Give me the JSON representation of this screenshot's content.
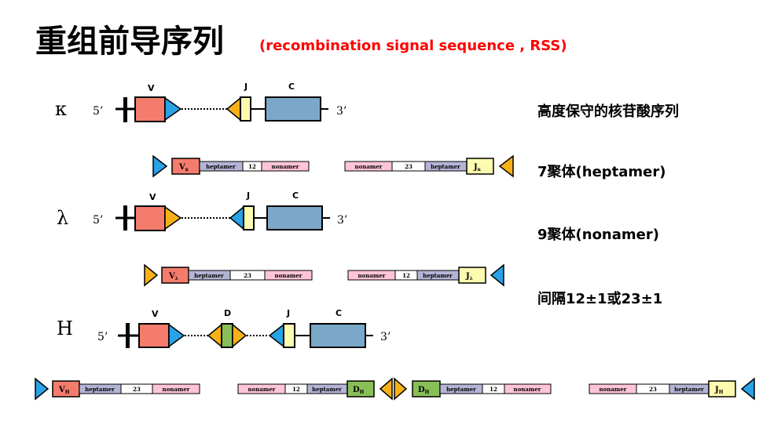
{
  "title": {
    "cn": "重组前导序列",
    "en": "(recombination  signal sequence , RSS)"
  },
  "loci": {
    "kappa": {
      "chain": "κ",
      "five": "5’",
      "three": "3’",
      "seg_labels": [
        "V",
        "J",
        "C"
      ],
      "rss_left": {
        "gene": "V",
        "sub": "κ",
        "parts": [
          "heptamer",
          "12",
          "nonamer"
        ]
      },
      "rss_right": {
        "gene": "J",
        "sub": "κ",
        "parts": [
          "nonamer",
          "23",
          "heptamer"
        ]
      }
    },
    "lambda": {
      "chain": "λ",
      "five": "5’",
      "three": "3’",
      "seg_labels": [
        "V",
        "J",
        "C"
      ],
      "rss_left": {
        "gene": "V",
        "sub": "λ",
        "parts": [
          "heptamer",
          "23",
          "nonamer"
        ]
      },
      "rss_right": {
        "gene": "J",
        "sub": "λ",
        "parts": [
          "nonamer",
          "12",
          "heptamer"
        ]
      }
    },
    "heavy": {
      "chain": "H",
      "five": "5’",
      "three": "3’",
      "seg_labels": [
        "V",
        "D",
        "J",
        "C"
      ],
      "rss_v": {
        "gene": "V",
        "sub": "H",
        "parts": [
          "heptamer",
          "23",
          "nonamer"
        ]
      },
      "rss_d_left": {
        "gene": "D",
        "sub": "H",
        "parts": [
          "nonamer",
          "12",
          "heptamer"
        ]
      },
      "rss_d_right": {
        "gene": "D",
        "sub": "H",
        "parts": [
          "heptamer",
          "12",
          "nonamer"
        ]
      },
      "rss_j": {
        "gene": "J",
        "sub": "H",
        "parts": [
          "nonamer",
          "23",
          "heptamer"
        ]
      }
    }
  },
  "notes": [
    "高度保守的核苷酸序列",
    "7聚体(heptamer)",
    "9聚体(nonamer)",
    "间隔12±1或23±1"
  ],
  "colors": {
    "title_en": "#ff0000",
    "v_segment": "#f47c6c",
    "j_segment": "#fdfbb0",
    "c_segment": "#7ba8c8",
    "d_segment": "#88c057",
    "heptamer": "#b4b4d6",
    "nonamer": "#ffc4d8",
    "triangle_blue": "#29a3e6",
    "triangle_orange": "#f7b118",
    "line": "#000000"
  }
}
